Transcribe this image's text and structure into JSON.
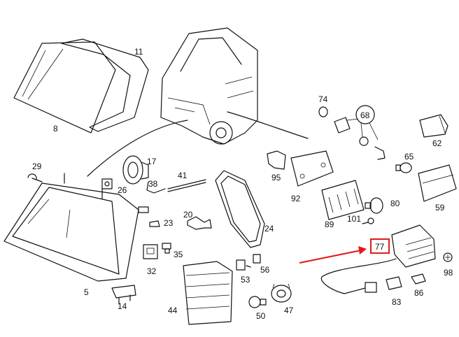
{
  "labels": {
    "l5": "5",
    "l8": "8",
    "l11": "11",
    "l14": "14",
    "l17": "17",
    "l20": "20",
    "l23": "23",
    "l24": "24",
    "l26": "26",
    "l29": "29",
    "l32": "32",
    "l35": "35",
    "l38": "38",
    "l41": "41",
    "l44": "44",
    "l47": "47",
    "l50": "50",
    "l53": "53",
    "l56": "56",
    "l59": "59",
    "l62": "62",
    "l65": "65",
    "l68": "68",
    "l74": "74",
    "l77": "77",
    "l80": "80",
    "l83": "83",
    "l86": "86",
    "l89": "89",
    "l92": "92",
    "l95": "95",
    "l98": "98",
    "l101": "101"
  },
  "colors": {
    "ink": "#111111",
    "highlight": "#e11919",
    "background": "#ffffff"
  },
  "highlighted_part": "77"
}
